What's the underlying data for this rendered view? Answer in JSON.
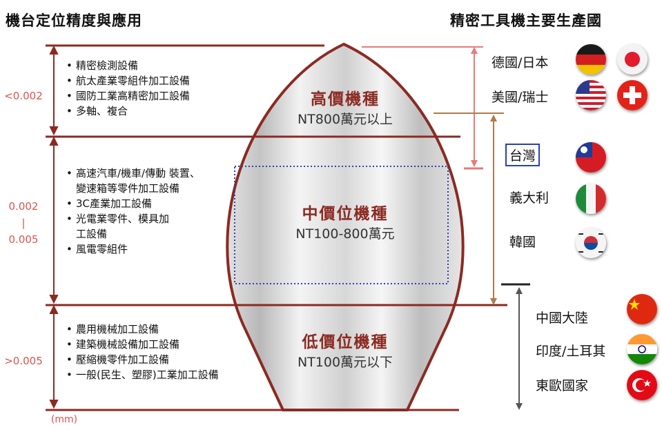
{
  "header": {
    "left_title": "機台定位精度與應用",
    "right_title": "精密工具機主要生產國"
  },
  "tolerance_labels": {
    "high": "<0.002",
    "mid_top": "0.002",
    "mid_sep": "|",
    "mid_bottom": "0.005",
    "low": ">0.005"
  },
  "unit_label": "(mm)",
  "applications": {
    "high": [
      "精密檢測設備",
      "航太產業零組件加工設備",
      "國防工業高精密加工設備",
      "多軸、複合"
    ],
    "mid": [
      "高速汽車/機車/傳動 裝置、",
      "變速箱等零件加工設備",
      "3C產業加工設備",
      "光電業零件、模具加",
      "工設備",
      "風電零組件"
    ],
    "mid_bullets": [
      true,
      false,
      true,
      true,
      false,
      true
    ],
    "low": [
      "農用機械加工設備",
      "建築機械設備加工設備",
      "壓縮機零件加工設備",
      "一般(民生、塑膠)工業加工設備"
    ]
  },
  "tiers": {
    "high": {
      "name": "高價機種",
      "price": "NT800萬元以上"
    },
    "mid": {
      "name": "中價位機種",
      "price": "NT100-800萬元"
    },
    "low": {
      "name": "低價位機種",
      "price": "NT100萬元以下"
    }
  },
  "countries": {
    "high": [
      {
        "label": "德國/日本",
        "flags": [
          "germany-flag-icon",
          "japan-flag-icon"
        ]
      },
      {
        "label": "美國/瑞士",
        "flags": [
          "usa-flag-icon",
          "switzerland-flag-icon"
        ]
      }
    ],
    "mid": [
      {
        "label": "台灣",
        "flags": [
          "taiwan-flag-icon"
        ]
      },
      {
        "label": "義大利",
        "flags": [
          "italy-flag-icon"
        ]
      },
      {
        "label": "韓國",
        "flags": [
          "korea-flag-icon"
        ]
      }
    ],
    "low": [
      {
        "label": "中國大陸",
        "flags": [
          "china-flag-icon"
        ]
      },
      {
        "label": "印度/土耳其",
        "flags": [
          "india-flag-icon"
        ]
      },
      {
        "label": "東歐國家",
        "flags": [
          "turkey-flag-icon"
        ]
      }
    ]
  },
  "colors": {
    "frame": "#8b2a22",
    "tolerance_text": "#d9534f",
    "price_bracket": "#b07a4a",
    "highlight_box": "#2a3fb3"
  }
}
